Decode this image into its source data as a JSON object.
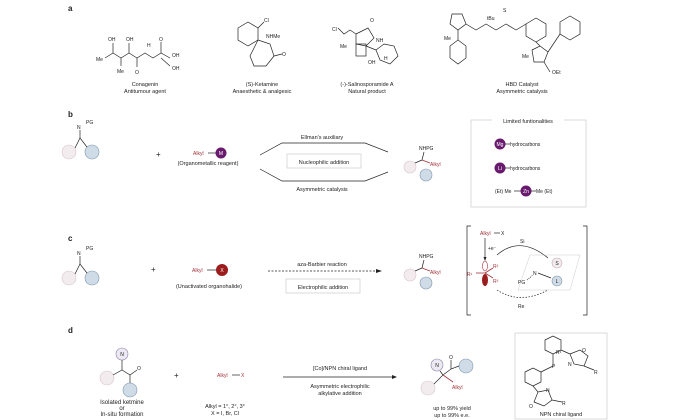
{
  "panels": {
    "a": {
      "label": "a",
      "compounds": [
        {
          "name": "Conagenin",
          "desc": "Antitumour agent"
        },
        {
          "name": "(S)-Ketamine",
          "desc": "Anaesthetic & analgesic"
        },
        {
          "name": "(-)-Salinosporamide A",
          "desc": "Natural product"
        },
        {
          "name": "HBD Catalyst",
          "desc": "Asymmetric catalysis"
        }
      ],
      "atoms": {
        "oh": "OH",
        "me": "Me",
        "h": "H",
        "o": "O",
        "nh": "NH",
        "cl": "Cl",
        "nhme": "NHMe",
        "tbu": "tBu",
        "s": "S",
        "n": "N",
        "oet": "OEt"
      }
    },
    "b": {
      "label": "b",
      "pg": "PG",
      "n": "N",
      "plus": "+",
      "reagent_alkyl": "Alkyl",
      "reagent_metal": "M",
      "reagent_caption": "(Organometallic reagent)",
      "top_arrow_label": "Ellman's auxiliary",
      "box_label": "Nucleophilic addition",
      "bottom_arrow_label": "Asymmetric catalysis",
      "product_nhpg": "NHPG",
      "product_alkyl": "Alkyl",
      "side_box": {
        "title": "Limited funtionalities",
        "rows": [
          {
            "metal": "Mg",
            "text": "hydrocarbons"
          },
          {
            "metal": "Li",
            "text": "hydrocarbons"
          },
          {
            "metal": "Zn",
            "left": "(Et) Me",
            "text": "Me (Et)"
          }
        ]
      }
    },
    "c": {
      "label": "c",
      "plus": "+",
      "reagent_alkyl": "Alkyl",
      "reagent_x": "X",
      "reagent_caption": "(Unactivated organohalide)",
      "arrow_label": "aza-Barbier reaction",
      "box_label": "Electrophilic addition",
      "product_nhpg": "NHPG",
      "product_alkyl": "Alkyl",
      "mech": {
        "alkyl": "Alkyl",
        "x": "X",
        "e": "+e⁻",
        "si": "Si",
        "re": "Re",
        "r1": "R¹",
        "r2": "R²",
        "r3": "R³",
        "s": "S",
        "l": "L",
        "pg": "PG",
        "n": "N"
      }
    },
    "d": {
      "label": "d",
      "n": "N",
      "o": "O",
      "ketimine_caption": [
        "Isolated ketmine",
        "or",
        "In-situ formation"
      ],
      "plus": "+",
      "reagent": "Alkyl",
      "reagent_x": "X",
      "reagent_caption": [
        "Alkyl = 1°, 2°, 3°",
        "X = I, Br, Cl"
      ],
      "arrow_top": "[Co]/NPN chiral ligand",
      "arrow_bottom": [
        "Asymmetric electrophilic",
        "alkylative addition"
      ],
      "product_alkyl": "Alkyl",
      "yield": [
        "up to 99% yield",
        "up to 99% e.e."
      ],
      "ligand": {
        "caption": "NPN chiral ligand",
        "p": "P",
        "r1": "R¹",
        "r": "R",
        "n": "N",
        "o": "O"
      }
    }
  },
  "colors": {
    "metal": "#6a1a6e",
    "halide": "#9b1c1c",
    "alkyl": "#a3333b",
    "pink_circle": "#f3ecee",
    "blue_circle": "#cfdbe6"
  }
}
